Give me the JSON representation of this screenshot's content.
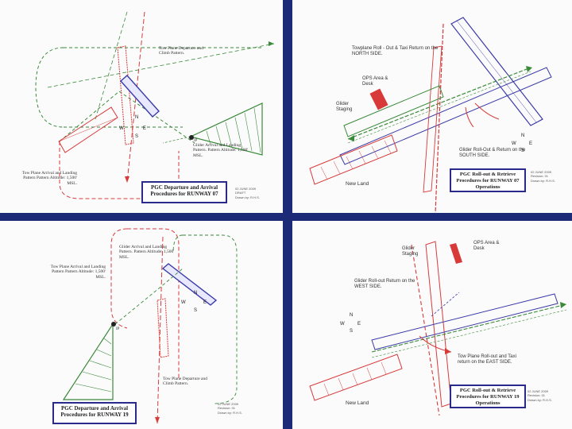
{
  "colors": {
    "background": "#1c2a78",
    "red": "#d83a3a",
    "green": "#3a8a3a",
    "blue": "#3a3aa8",
    "panel": "#fbfbfb"
  },
  "panels": [
    {
      "id": "tl",
      "title": "PGC Departure and Arrival Procedures for RUNWAY 07",
      "labels": {
        "tow_departure": "Tow Plane Departure and Climb Pattern.",
        "glider_arrival": "Glider Arrival and Landing Pattern. Pattern Altitude: 1,500' MSL.",
        "tow_arrival": "Tow Plane Arrival and Landing Pattern Pattern Altitude: 1,500' MSL.",
        "ip": "IP"
      },
      "stamp": [
        "02 JUNE 2009",
        "DRAFT",
        "Drawn by: R.H.S."
      ],
      "compass": {
        "n": "N",
        "s": "S",
        "e": "E",
        "w": "W"
      }
    },
    {
      "id": "tr",
      "title": "PGC Roll-out & Retrieve Procedures for RUNWAY 07 Operations",
      "labels": {
        "towplane_rollout": "Towplane Roll - Out & Taxi Return on the NORTH SIDE.",
        "ops_area": "OPS Area & Desk",
        "glider_staging": "Glider Staging",
        "glider_rollout": "Glider Roll-Out & Return on the SOUTH SIDE.",
        "new_land": "New Land"
      },
      "stamp": [
        "02 JUNE 2009",
        "Revision: 01",
        "Drawn by: R.H.S."
      ],
      "compass": {
        "n": "N",
        "s": "S",
        "e": "E",
        "w": "W"
      }
    },
    {
      "id": "bl",
      "title": "PGC Departure and Arrival Procedures for RUNWAY 19",
      "labels": {
        "glider_arrival": "Glider Arrival and Landing Pattern. Pattern Altitude: 1,500' MSL.",
        "tow_arrival": "Tow Plane Arrival and Landing Pattern Pattern Altitude: 1,500' MSL.",
        "tow_departure": "Tow Plane Departure and Climb Pattern.",
        "ip": "IP"
      },
      "stamp": [
        "02 JUNE 2009",
        "Revision: 01",
        "Drawn by: R.H.S."
      ],
      "compass": {
        "n": "N",
        "s": "S",
        "e": "E",
        "w": "W"
      }
    },
    {
      "id": "br",
      "title": "PGC Roll-out & Retrieve Procedures for RUNWAY 19 Operations",
      "labels": {
        "ops_area": "OPS Area & Desk",
        "glider_staging": "Glider Staging",
        "glider_rollout": "Glider Roll-out Return on the WEST SIDE.",
        "tow_rollout": "Tow Plane Roll-out and Taxi return on the EAST SIDE.",
        "new_land": "New Land"
      },
      "stamp": [
        "02 JUNE 2009",
        "Revision: 01",
        "Drawn by: R.H.S."
      ],
      "compass": {
        "n": "N",
        "s": "S",
        "e": "E",
        "w": "W"
      }
    }
  ]
}
